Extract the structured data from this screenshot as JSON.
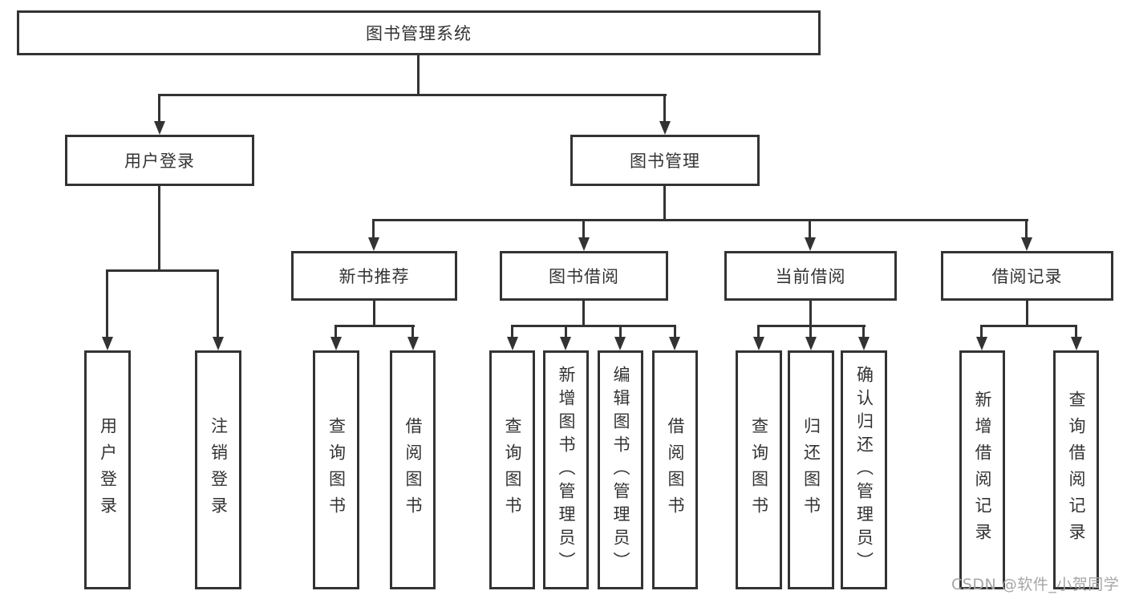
{
  "diagram": {
    "title_note": "library management system function structure diagram",
    "root": {
      "label": "图书管理系统"
    },
    "level2": [
      {
        "label": "用户登录"
      },
      {
        "label": "图书管理"
      }
    ],
    "level3": [
      {
        "label": "新书推荐"
      },
      {
        "label": "图书借阅"
      },
      {
        "label": "当前借阅"
      },
      {
        "label": "借阅记录"
      }
    ],
    "leaves": {
      "user_login": [
        "用户登录",
        "注销登录"
      ],
      "new_books": [
        "查询图书",
        "借阅图书"
      ],
      "book_borrow": [
        "查询图书",
        "新增图书（管理员）",
        "编辑图书（管理员）",
        "借阅图书"
      ],
      "current_borrow": [
        "查询图书",
        "归还图书",
        "确认归还（管理员）"
      ],
      "borrow_records": [
        "新增借阅记录",
        "查询借阅记录"
      ]
    }
  },
  "watermark": {
    "text": "CSDN @软件_小贺同学"
  },
  "colors": {
    "line": "#333333",
    "text": "#333333",
    "box_background": "#ffffff",
    "watermark": "#a6a6a6",
    "page_background": "#ffffff"
  }
}
